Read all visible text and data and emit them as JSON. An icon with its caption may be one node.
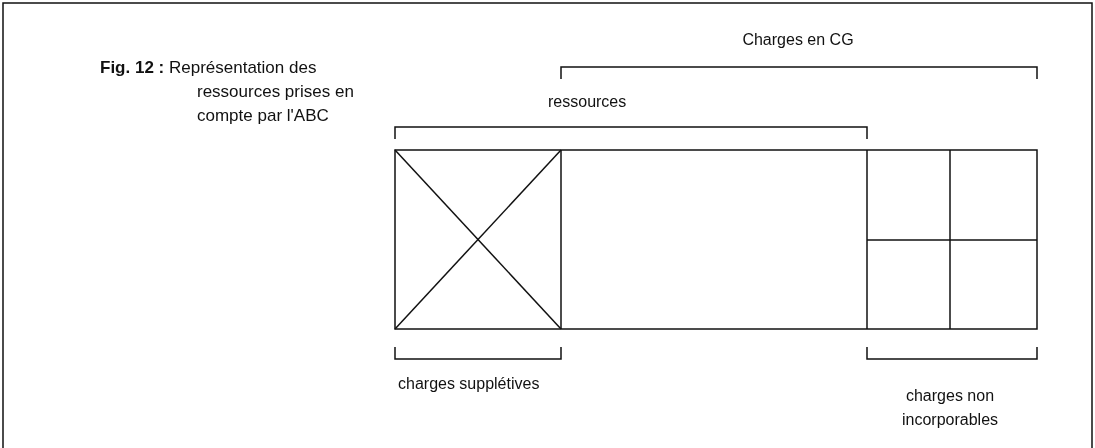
{
  "diagram": {
    "title": "**Fig. 12 :** Représentation des ressources prises en compte par l'ABC",
    "labels": [
      "Charges en CG",
      "ressources",
      "charges supplétives",
      "charges non incorporables"
    ]
  }
}
